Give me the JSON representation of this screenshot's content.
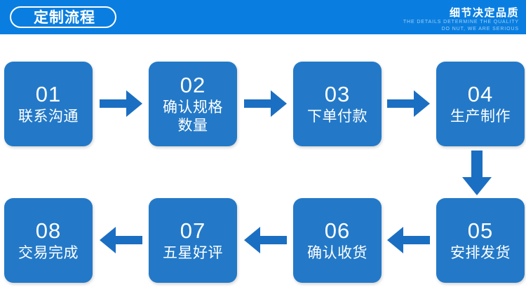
{
  "header": {
    "title": "定制流程",
    "tagline_cn": "细节决定品质",
    "tagline_en_line1": "THE DETAILS DETERMINE THE QUALITY",
    "tagline_en_line2": "DO NUT, WE ARE SERIOUS",
    "bar_color": "#0a7ee0",
    "text_color": "#ffffff",
    "tagline_en_color": "#9fd0f4"
  },
  "theme": {
    "background": "#ffffff",
    "box_color": "#2379c8",
    "arrow_color": "#1b6fc2",
    "box_text_color": "#ffffff"
  },
  "flow": {
    "steps": [
      {
        "number": "01",
        "label": "联系沟通"
      },
      {
        "number": "02",
        "label": "确认规格\n数量"
      },
      {
        "number": "03",
        "label": "下单付款"
      },
      {
        "number": "04",
        "label": "生产制作"
      },
      {
        "number": "05",
        "label": "安排发货"
      },
      {
        "number": "06",
        "label": "确认收货"
      },
      {
        "number": "07",
        "label": "五星好评"
      },
      {
        "number": "08",
        "label": "交易完成"
      }
    ],
    "connectors": [
      {
        "from": "01",
        "to": "02",
        "direction": "right"
      },
      {
        "from": "02",
        "to": "03",
        "direction": "right"
      },
      {
        "from": "03",
        "to": "04",
        "direction": "right"
      },
      {
        "from": "04",
        "to": "05",
        "direction": "down"
      },
      {
        "from": "05",
        "to": "06",
        "direction": "left"
      },
      {
        "from": "06",
        "to": "07",
        "direction": "left"
      },
      {
        "from": "07",
        "to": "08",
        "direction": "left"
      }
    ]
  }
}
